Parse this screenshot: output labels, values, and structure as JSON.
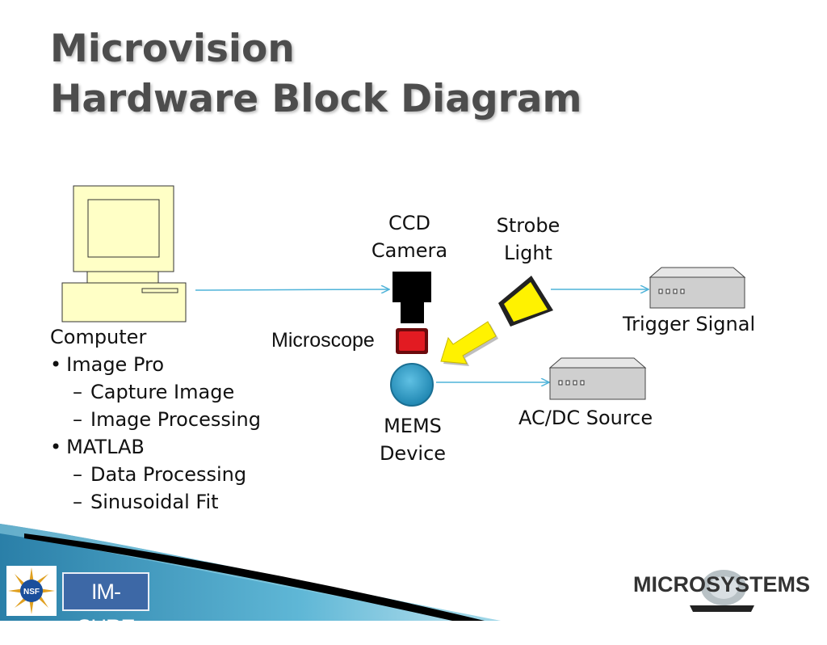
{
  "title": {
    "line1": "Microvision",
    "line2": "Hardware Block Diagram"
  },
  "diagram": {
    "nodes": {
      "ccd_camera": {
        "line1": "CCD",
        "line2": "Camera"
      },
      "strobe_light": {
        "line1": "Strobe",
        "line2": "Light"
      },
      "trigger_signal": "Trigger Signal",
      "microscope": "Microscope",
      "ac_dc_source": "AC/DC Source",
      "mems_device": {
        "line1": "MEMS",
        "line2": "Device"
      }
    },
    "computer": {
      "label": "Computer",
      "items": [
        {
          "text": "Image Pro",
          "sub": [
            "Capture Image",
            "Image Processing"
          ]
        },
        {
          "text": "MATLAB",
          "sub": [
            "Data Processing",
            "Sinusoidal Fit"
          ]
        }
      ]
    }
  },
  "footer": {
    "nsf_logo_text": "NSF",
    "imsure": "IM-SURE",
    "microsystems_logo": "MICROSYSTEMS"
  },
  "colors": {
    "title": "#4d4d4d",
    "computer_fill": "#ffffc6",
    "arrow": "#4fb3d9",
    "camera": "#000000",
    "microscope": "#e21b22",
    "mems_device": "#2e9bc6",
    "strobe": "#fff200",
    "source_box": "#cfcfcf"
  }
}
